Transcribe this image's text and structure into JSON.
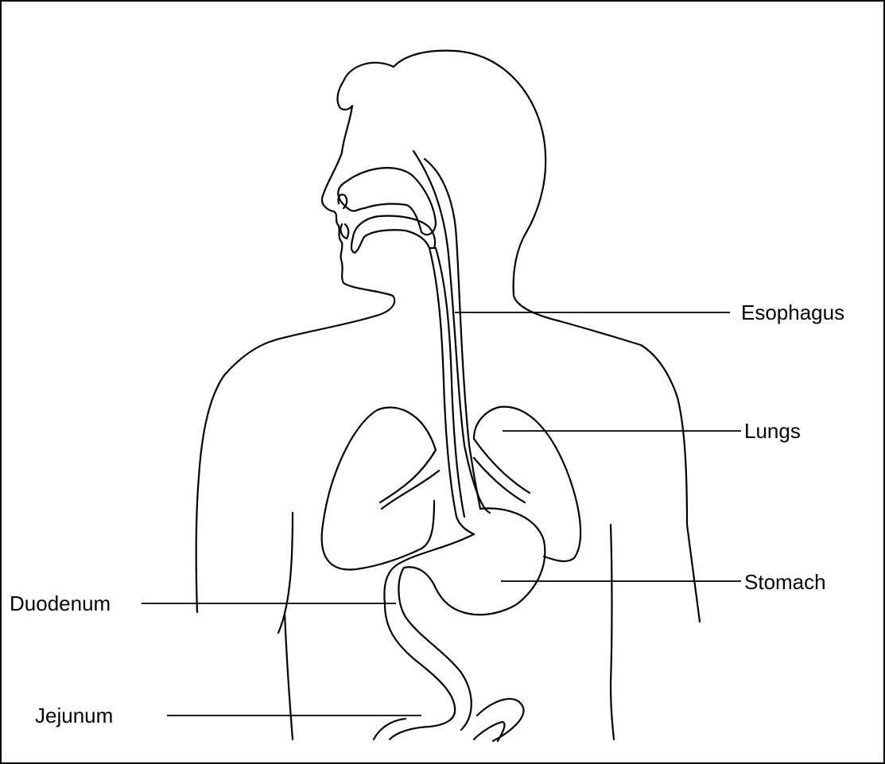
{
  "labels": {
    "esophagus": "Esophagus",
    "lungs": "Lungs",
    "stomach": "Stomach",
    "duodenum": "Duodenum",
    "jejunum": "Jejunum"
  },
  "colors": {
    "stroke": "#000000",
    "background": "#ffffff"
  }
}
